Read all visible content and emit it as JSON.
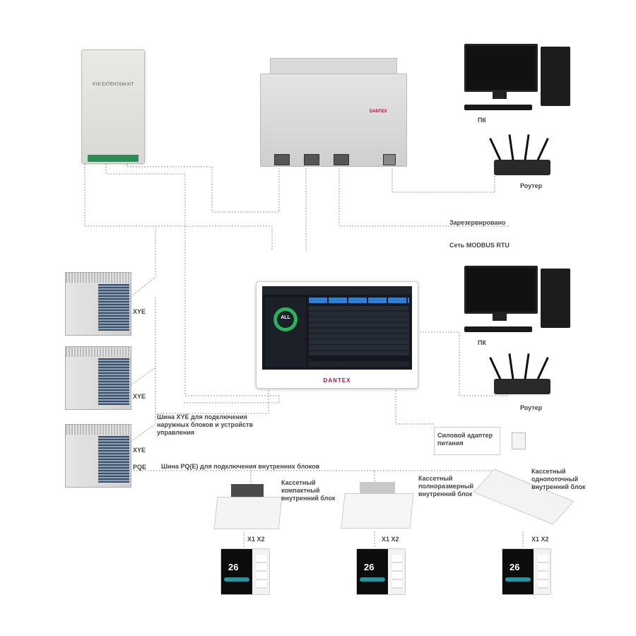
{
  "kit": {
    "title": "XYE EXTENTION KIT"
  },
  "gateway": {
    "brand": "DANTEX"
  },
  "panel": {
    "brand": "DANTEX",
    "center_label": "ALL"
  },
  "labels": {
    "pc1": "ПК",
    "router1": "Роутер",
    "reserved": "Зарезервировано",
    "modbus": "Сеть MODBUS RTU",
    "pc2": "ПК",
    "router2": "Роутер",
    "xye1": "XYE",
    "xye2": "XYE",
    "xye3": "XYE",
    "pqe": "PQE",
    "bus_xye": "Шина XYE для подключения наружных блоков и устройств управления",
    "bus_pqe": "Шина PQ(E) для подключения внутренних блоков",
    "adapter": "Силовой адаптер питания",
    "indoor1": "Кассетный компактный внутренний блок",
    "indoor2": "Кассетный полноразмерный внутренний блок",
    "indoor3": "Кассетный однопоточный внутренний блок",
    "x1x2_1": "X1 X2",
    "x1x2_2": "X1 X2",
    "x1x2_3": "X1 X2"
  },
  "controllers": [
    {
      "temp": "26"
    },
    {
      "temp": "26"
    },
    {
      "temp": "26"
    }
  ],
  "colors": {
    "brand": "#b0123f",
    "wire": "#9a9a9a"
  }
}
